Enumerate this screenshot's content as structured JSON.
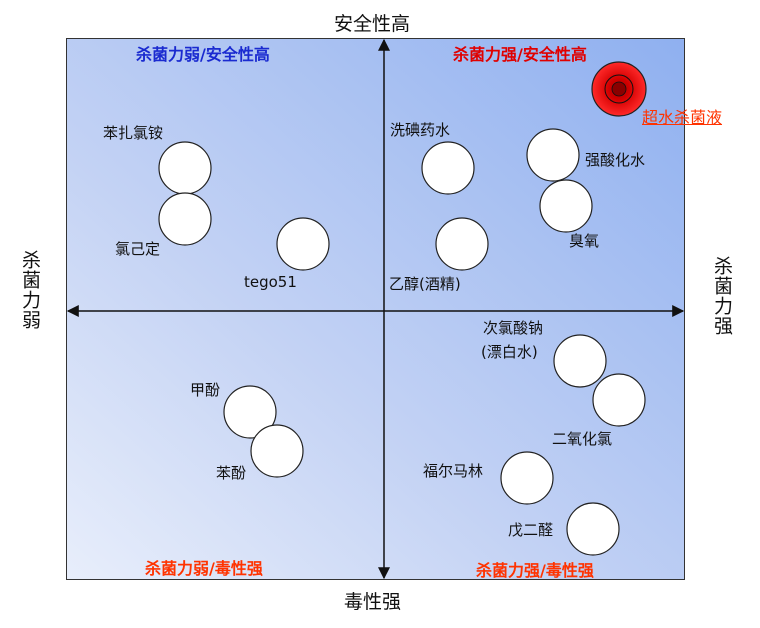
{
  "axes": {
    "top": "安全性高",
    "bottom": "毒性强",
    "left": "杀菌力弱",
    "right": "杀菌力强"
  },
  "quadrants": {
    "top_left": "杀菌力弱/安全性高",
    "top_right": "杀菌力强/安全性高",
    "bottom_left": "杀菌力弱/毒性强",
    "bottom_right": "杀菌力强/毒性强"
  },
  "colors": {
    "top_left": "#1a2ad0",
    "top_right": "#e00000",
    "bottom_left": "#ff3300",
    "bottom_right": "#ff3300",
    "highlight": "#ff3300",
    "highlight_circle": "#e81010"
  },
  "items": {
    "benzalkonium": "苯扎氯铵",
    "chlorhexidine": "氯己定",
    "tego51": "tego51",
    "iodophor": "洗碘药水",
    "ethanol": "乙醇(酒精)",
    "acid_water": "强酸化水",
    "ozone": "臭氧",
    "super_water": "超水杀菌液",
    "hypochlorite_line1": "次氯酸钠",
    "hypochlorite_line2": "(漂白水)",
    "chlorine_dioxide": "二氧化氯",
    "cresol": "甲酚",
    "phenol": "苯酚",
    "formalin": "福尔马林",
    "glutaraldehyde": "戊二醛"
  }
}
